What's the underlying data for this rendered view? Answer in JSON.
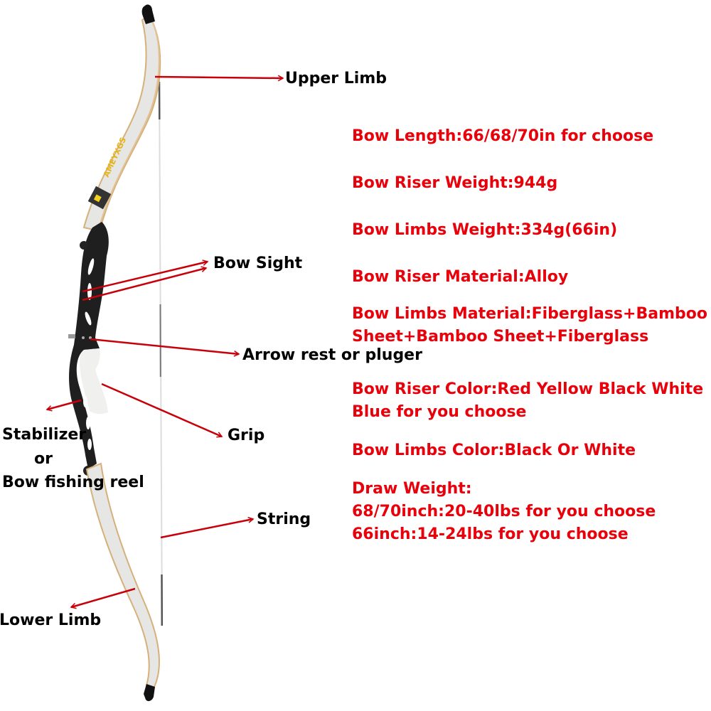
{
  "colors": {
    "spec_text": "#e8000b",
    "label_text": "#000000",
    "arrow": "#c8000a",
    "limb_face": "#e8e8e6",
    "limb_edge": "#d9b27a",
    "riser": "#1e1e1e",
    "string": "#d8d8d8",
    "serving": "#555555",
    "brand_text": "#e7b416",
    "background": "#ffffff"
  },
  "brand": "AMEYXGS",
  "labels": {
    "upper_limb": "Upper Limb",
    "bow_sight": "Bow Sight",
    "arrow_rest": "Arrow rest or pluger",
    "stabilizer_line1": "Stabilizer",
    "stabilizer_line2": "or",
    "stabilizer_line3": "Bow fishing reel",
    "grip": "Grip",
    "string": "String",
    "lower_limb": "Lower Limb"
  },
  "specs": {
    "bow_length": "Bow Length:66/68/70in for choose",
    "riser_weight": "Bow Riser Weight:944g",
    "limbs_weight": "Bow Limbs Weight:334g(66in)",
    "riser_material": "Bow Riser Material:Alloy",
    "limbs_material_line1": "Bow Limbs Material:Fiberglass+Bamboo",
    "limbs_material_line2": "Sheet+Bamboo Sheet+Fiberglass",
    "riser_color_line1": "Bow Riser Color:Red Yellow Black White",
    "riser_color_line2": "Blue for you choose",
    "limbs_color": "Bow Limbs Color:Black Or White",
    "draw_weight_line1": "Draw Weight:",
    "draw_weight_line2": "68/70inch:20-40lbs for you choose",
    "draw_weight_line3": "66inch:14-24lbs for you choose"
  }
}
